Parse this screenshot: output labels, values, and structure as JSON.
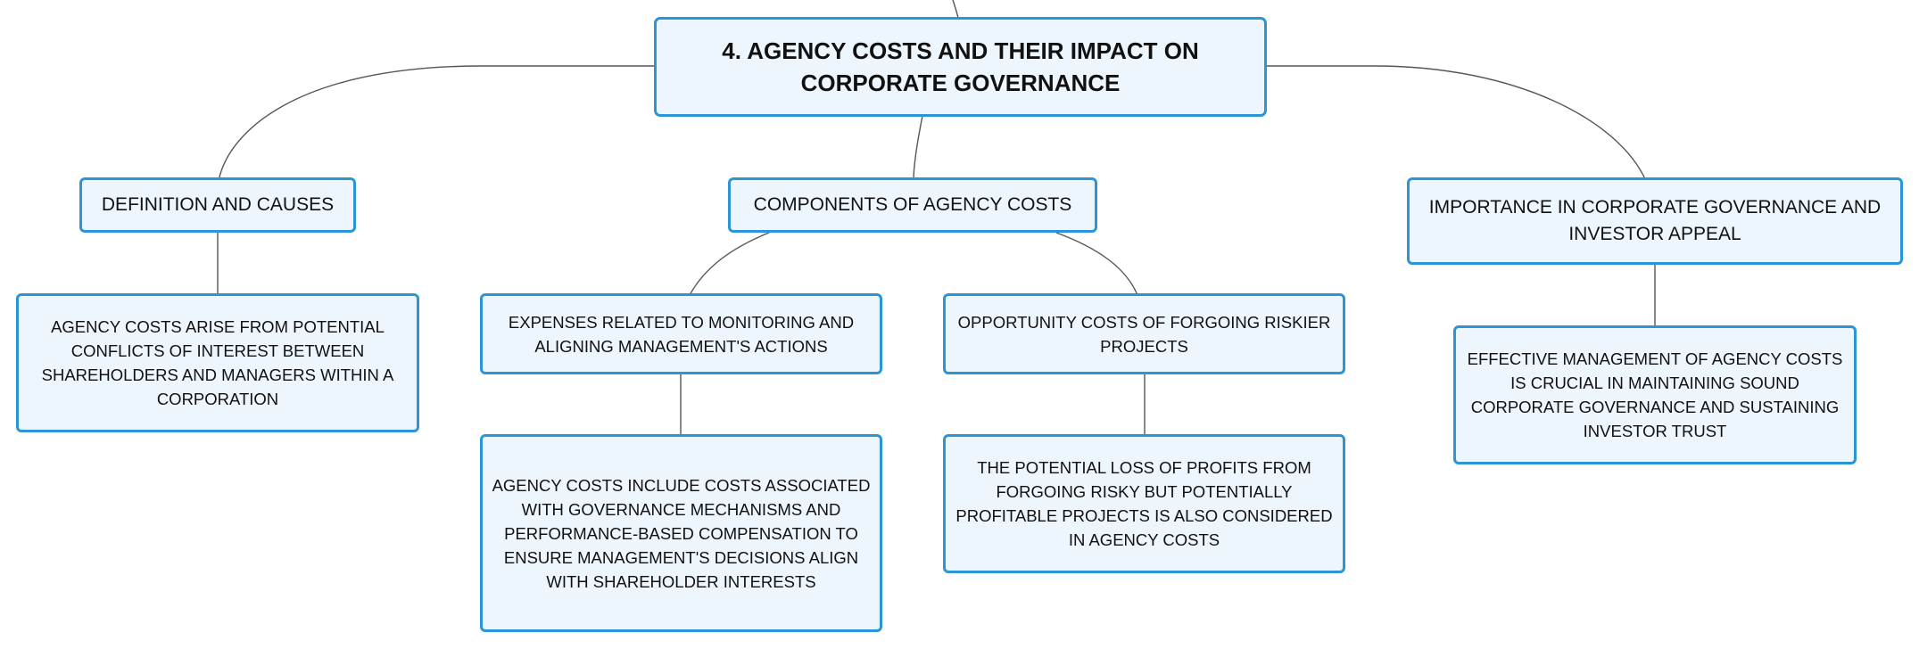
{
  "root": {
    "title": "4. AGENCY COSTS AND THEIR IMPACT ON CORPORATE GOVERNANCE"
  },
  "branches": {
    "definition": {
      "label": "DEFINITION AND CAUSES",
      "detail": "AGENCY COSTS ARISE FROM POTENTIAL CONFLICTS OF INTEREST BETWEEN SHAREHOLDERS AND MANAGERS WITHIN A CORPORATION"
    },
    "components": {
      "label": "COMPONENTS OF AGENCY COSTS",
      "monitoring": {
        "label": "EXPENSES RELATED TO MONITORING AND ALIGNING MANAGEMENT'S ACTIONS",
        "detail": "AGENCY COSTS INCLUDE COSTS ASSOCIATED WITH GOVERNANCE MECHANISMS AND PERFORMANCE-BASED COMPENSATION TO ENSURE MANAGEMENT'S DECISIONS ALIGN WITH SHAREHOLDER INTERESTS"
      },
      "opportunity": {
        "label": "OPPORTUNITY COSTS OF FORGOING RISKIER PROJECTS",
        "detail": "THE POTENTIAL LOSS OF PROFITS FROM FORGOING RISKY BUT POTENTIALLY PROFITABLE PROJECTS IS ALSO CONSIDERED IN AGENCY COSTS"
      }
    },
    "importance": {
      "label": "IMPORTANCE IN CORPORATE GOVERNANCE AND INVESTOR APPEAL",
      "detail": "EFFECTIVE MANAGEMENT OF AGENCY COSTS IS CRUCIAL IN MAINTAINING SOUND CORPORATE GOVERNANCE AND SUSTAINING INVESTOR TRUST"
    }
  },
  "colors": {
    "node_border": "#2b95d6",
    "node_fill": "#edf6fd",
    "connector": "#555555",
    "text": "#111111"
  }
}
